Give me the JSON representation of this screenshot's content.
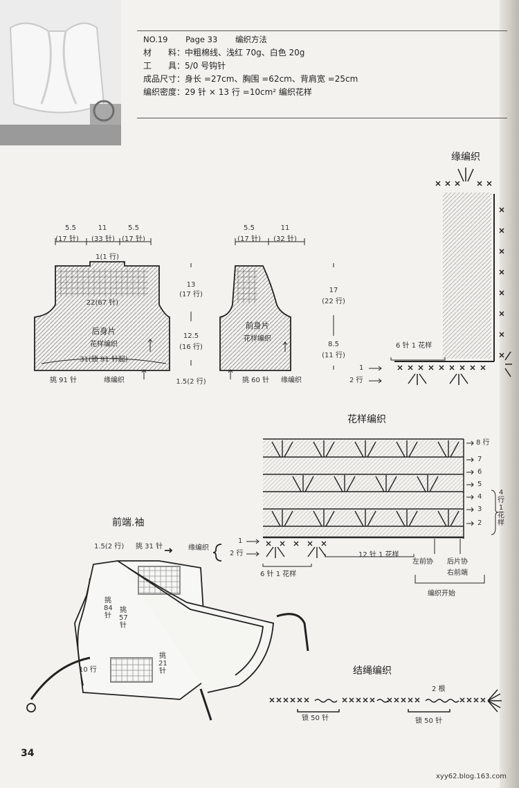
{
  "header": {
    "no": "NO.19",
    "page_ref": "Page 33",
    "method": "编织方法",
    "material_label": "材　　料：",
    "material": "中粗棉线、浅红 70g、白色 20g",
    "tool_label": "工　　具：",
    "tool": "5/0 号钩针",
    "size_label": "成品尺寸：",
    "size": "身长 =27cm、胸围 =62cm、背肩宽 =25cm",
    "gauge_label": "编织密度：",
    "gauge": "29 针 × 13 行 =10cm² 编织花样"
  },
  "edge": {
    "title": "缘编织",
    "repeat": "6 针 1 花样",
    "row1": "1",
    "row2": "2 行"
  },
  "back": {
    "w1": "5.5",
    "w1s": "(17 针)",
    "w2": "11",
    "w2s": "(33 针)",
    "w3": "5.5",
    "w3s": "(17 针)",
    "neck": "1(1 行)",
    "chest": "22(67 针)",
    "name": "后身片",
    "pattern": "花样编织",
    "base": "31(锁 91 针起)",
    "pick": "挑 91 针",
    "border": "缘编织"
  },
  "dims": {
    "armhole": "13",
    "armhole_rows": "(17 行)",
    "body": "12.5",
    "body_rows": "(16 行)",
    "hem": "1.5(2 行)",
    "front_top": "17",
    "front_top_rows": "(22 行)",
    "front_bottom": "8.5",
    "front_bottom_rows": "(11 行)"
  },
  "front": {
    "w1": "5.5",
    "w1s": "(17 针)",
    "w2": "11",
    "w2s": "(32 针)",
    "name": "前身片",
    "pattern": "花样编织",
    "pick": "挑 60 针",
    "border": "缘编织"
  },
  "pattern_chart": {
    "title": "花样编织",
    "rows": [
      "8 行",
      "7",
      "6",
      "5",
      "4",
      "3",
      "2"
    ],
    "repeat_label": "4 行 1 花样",
    "border_rows": [
      "1",
      "2 行"
    ],
    "border_label": "缘编织",
    "repeat12": "12 针 1 花样",
    "repeat6": "6 针 1 花样",
    "left_front": "左前协",
    "back_side": "后片协",
    "right_front": "右前端",
    "start": "编织开始"
  },
  "sleeve": {
    "title": "前端.袖",
    "hem": "1.5(2 行)",
    "pick31": "挑 31 针",
    "pick84": "挑 84 针",
    "pick57": "挑 57 针",
    "pick21": "挑 21 针",
    "rows10": "10 行"
  },
  "cord": {
    "title": "结绳编织",
    "count": "2 根",
    "chain_a": "锁 50 针",
    "chain_b": "锁 50 针"
  },
  "footer": {
    "page_number": "34",
    "url": "xyy62.blog.163.com"
  }
}
